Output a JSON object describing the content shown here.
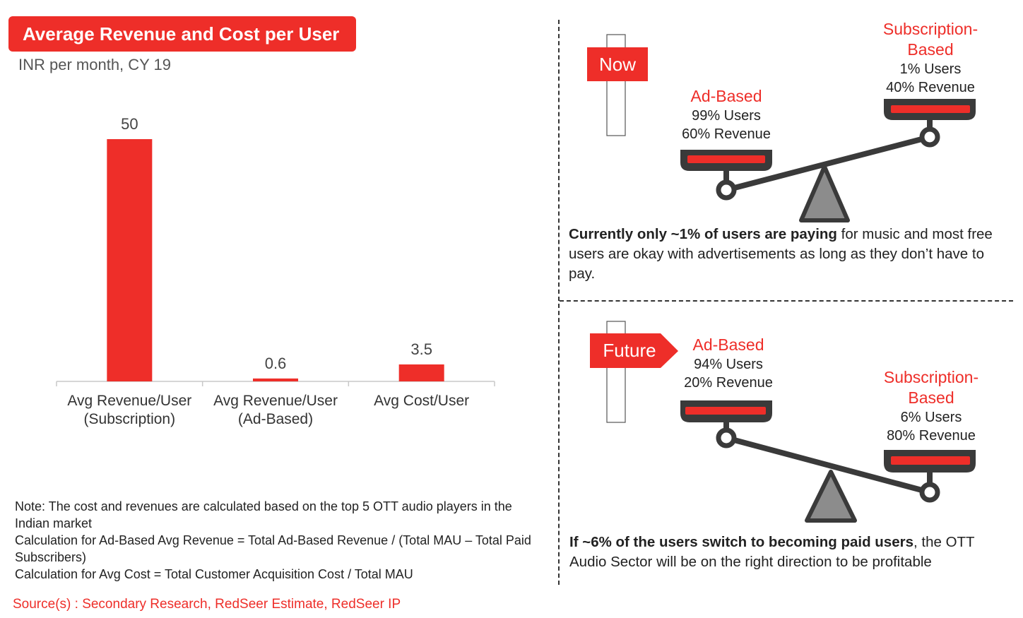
{
  "header": {
    "title": "Average Revenue and Cost per User",
    "subtitle": "INR per month, CY 19"
  },
  "chart_data": {
    "type": "bar",
    "categories": [
      "Avg Revenue/User (Subscription)",
      "Avg Revenue/User (Ad-Based)",
      "Avg Cost/User"
    ],
    "category_lines": [
      [
        "Avg Revenue/User",
        "(Subscription)"
      ],
      [
        "Avg Revenue/User",
        "(Ad-Based)"
      ],
      [
        "Avg Cost/User"
      ]
    ],
    "values": [
      50,
      0.6,
      3.5
    ],
    "data_labels": [
      "50",
      "0.6",
      "3.5"
    ],
    "title": "Average Revenue and Cost per User",
    "subtitle": "INR per month, CY 19",
    "ylim": [
      0,
      50
    ],
    "grid": false,
    "bar_color": "#ee2e29"
  },
  "notes": [
    "Note: The cost and revenues are calculated based on the top 5 OTT audio players in the Indian market",
    "Calculation for Ad-Based Avg Revenue = Total Ad-Based Revenue / (Total MAU – Total Paid Subscribers)",
    "Calculation for Avg Cost = Total Customer Acquisition Cost / Total MAU"
  ],
  "source": "Source(s) : Secondary Research, RedSeer Estimate, RedSeer IP",
  "now_panel": {
    "tag": "Now",
    "ad_title": "Ad-Based",
    "ad_users": "99% Users",
    "ad_revenue": "60% Revenue",
    "sub_title_1": "Subscription-",
    "sub_title_2": "Based",
    "sub_users": "1% Users",
    "sub_revenue": "40% Revenue",
    "caption_bold": "Currently only ~1% of users are paying",
    "caption_rest": " for music and most free users are okay with advertisements as long as they don’t have to pay."
  },
  "future_panel": {
    "tag": "Future",
    "ad_title": "Ad-Based",
    "ad_users": "94% Users",
    "ad_revenue": "20% Revenue",
    "sub_title_1": "Subscription-",
    "sub_title_2": "Based",
    "sub_users": "6% Users",
    "sub_revenue": "80% Revenue",
    "caption_bold": "If ~6% of the users switch to becoming paid users",
    "caption_rest": ", the OTT Audio Sector will be on the right direction to be profitable"
  },
  "colors": {
    "accent": "#ee2e29",
    "dark": "#3a3a3a",
    "fulcrum": "#8c8c8c"
  }
}
